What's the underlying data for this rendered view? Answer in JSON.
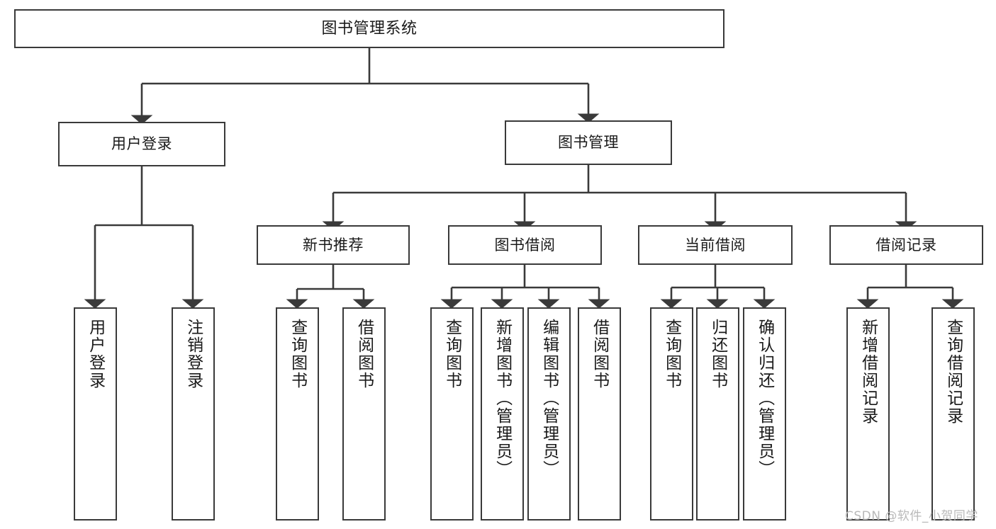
{
  "diagram": {
    "type": "tree-hierarchy",
    "orientation": "top-down",
    "root": {
      "id": "root",
      "label": "图书管理系统"
    },
    "level1": [
      {
        "id": "user-login",
        "label": "用户登录"
      },
      {
        "id": "book-management",
        "label": "图书管理"
      }
    ],
    "level2": [
      {
        "id": "new-book-recommend",
        "label": "新书推荐",
        "parent": "book-management"
      },
      {
        "id": "book-borrow",
        "label": "图书借阅",
        "parent": "book-management"
      },
      {
        "id": "current-borrow",
        "label": "当前借阅",
        "parent": "book-management"
      },
      {
        "id": "borrow-record",
        "label": "借阅记录",
        "parent": "book-management"
      }
    ],
    "leaves": [
      {
        "id": "leaf-user-login",
        "label": "用户登录",
        "parent": "user-login"
      },
      {
        "id": "leaf-logout-login",
        "label": "注销登录",
        "parent": "user-login"
      },
      {
        "id": "leaf-query-book-1",
        "label": "查询图书",
        "parent": "new-book-recommend"
      },
      {
        "id": "leaf-borrow-book-1",
        "label": "借阅图书",
        "parent": "new-book-recommend"
      },
      {
        "id": "leaf-query-book-2",
        "label": "查询图书",
        "parent": "book-borrow"
      },
      {
        "id": "leaf-add-book",
        "label": "新增图书（管理员）",
        "parent": "book-borrow"
      },
      {
        "id": "leaf-edit-book",
        "label": "编辑图书（管理员）",
        "parent": "book-borrow"
      },
      {
        "id": "leaf-borrow-book-2",
        "label": "借阅图书",
        "parent": "book-borrow"
      },
      {
        "id": "leaf-query-book-3",
        "label": "查询图书",
        "parent": "current-borrow"
      },
      {
        "id": "leaf-return-book",
        "label": "归还图书",
        "parent": "current-borrow"
      },
      {
        "id": "leaf-confirm-return",
        "label": "确认归还（管理员）",
        "parent": "current-borrow"
      },
      {
        "id": "leaf-add-record",
        "label": "新增借阅记录",
        "parent": "borrow-record"
      },
      {
        "id": "leaf-query-record",
        "label": "查询借阅记录",
        "parent": "borrow-record"
      }
    ]
  },
  "watermark": {
    "text": "CSDN @软件_小贺同学"
  },
  "colors": {
    "box_border": "#3a3a3a",
    "box_fill": "#ffffff",
    "connector": "#3a3a3a",
    "text": "#1a1a1a",
    "watermark": "#b9b9b9",
    "background": "#ffffff"
  }
}
